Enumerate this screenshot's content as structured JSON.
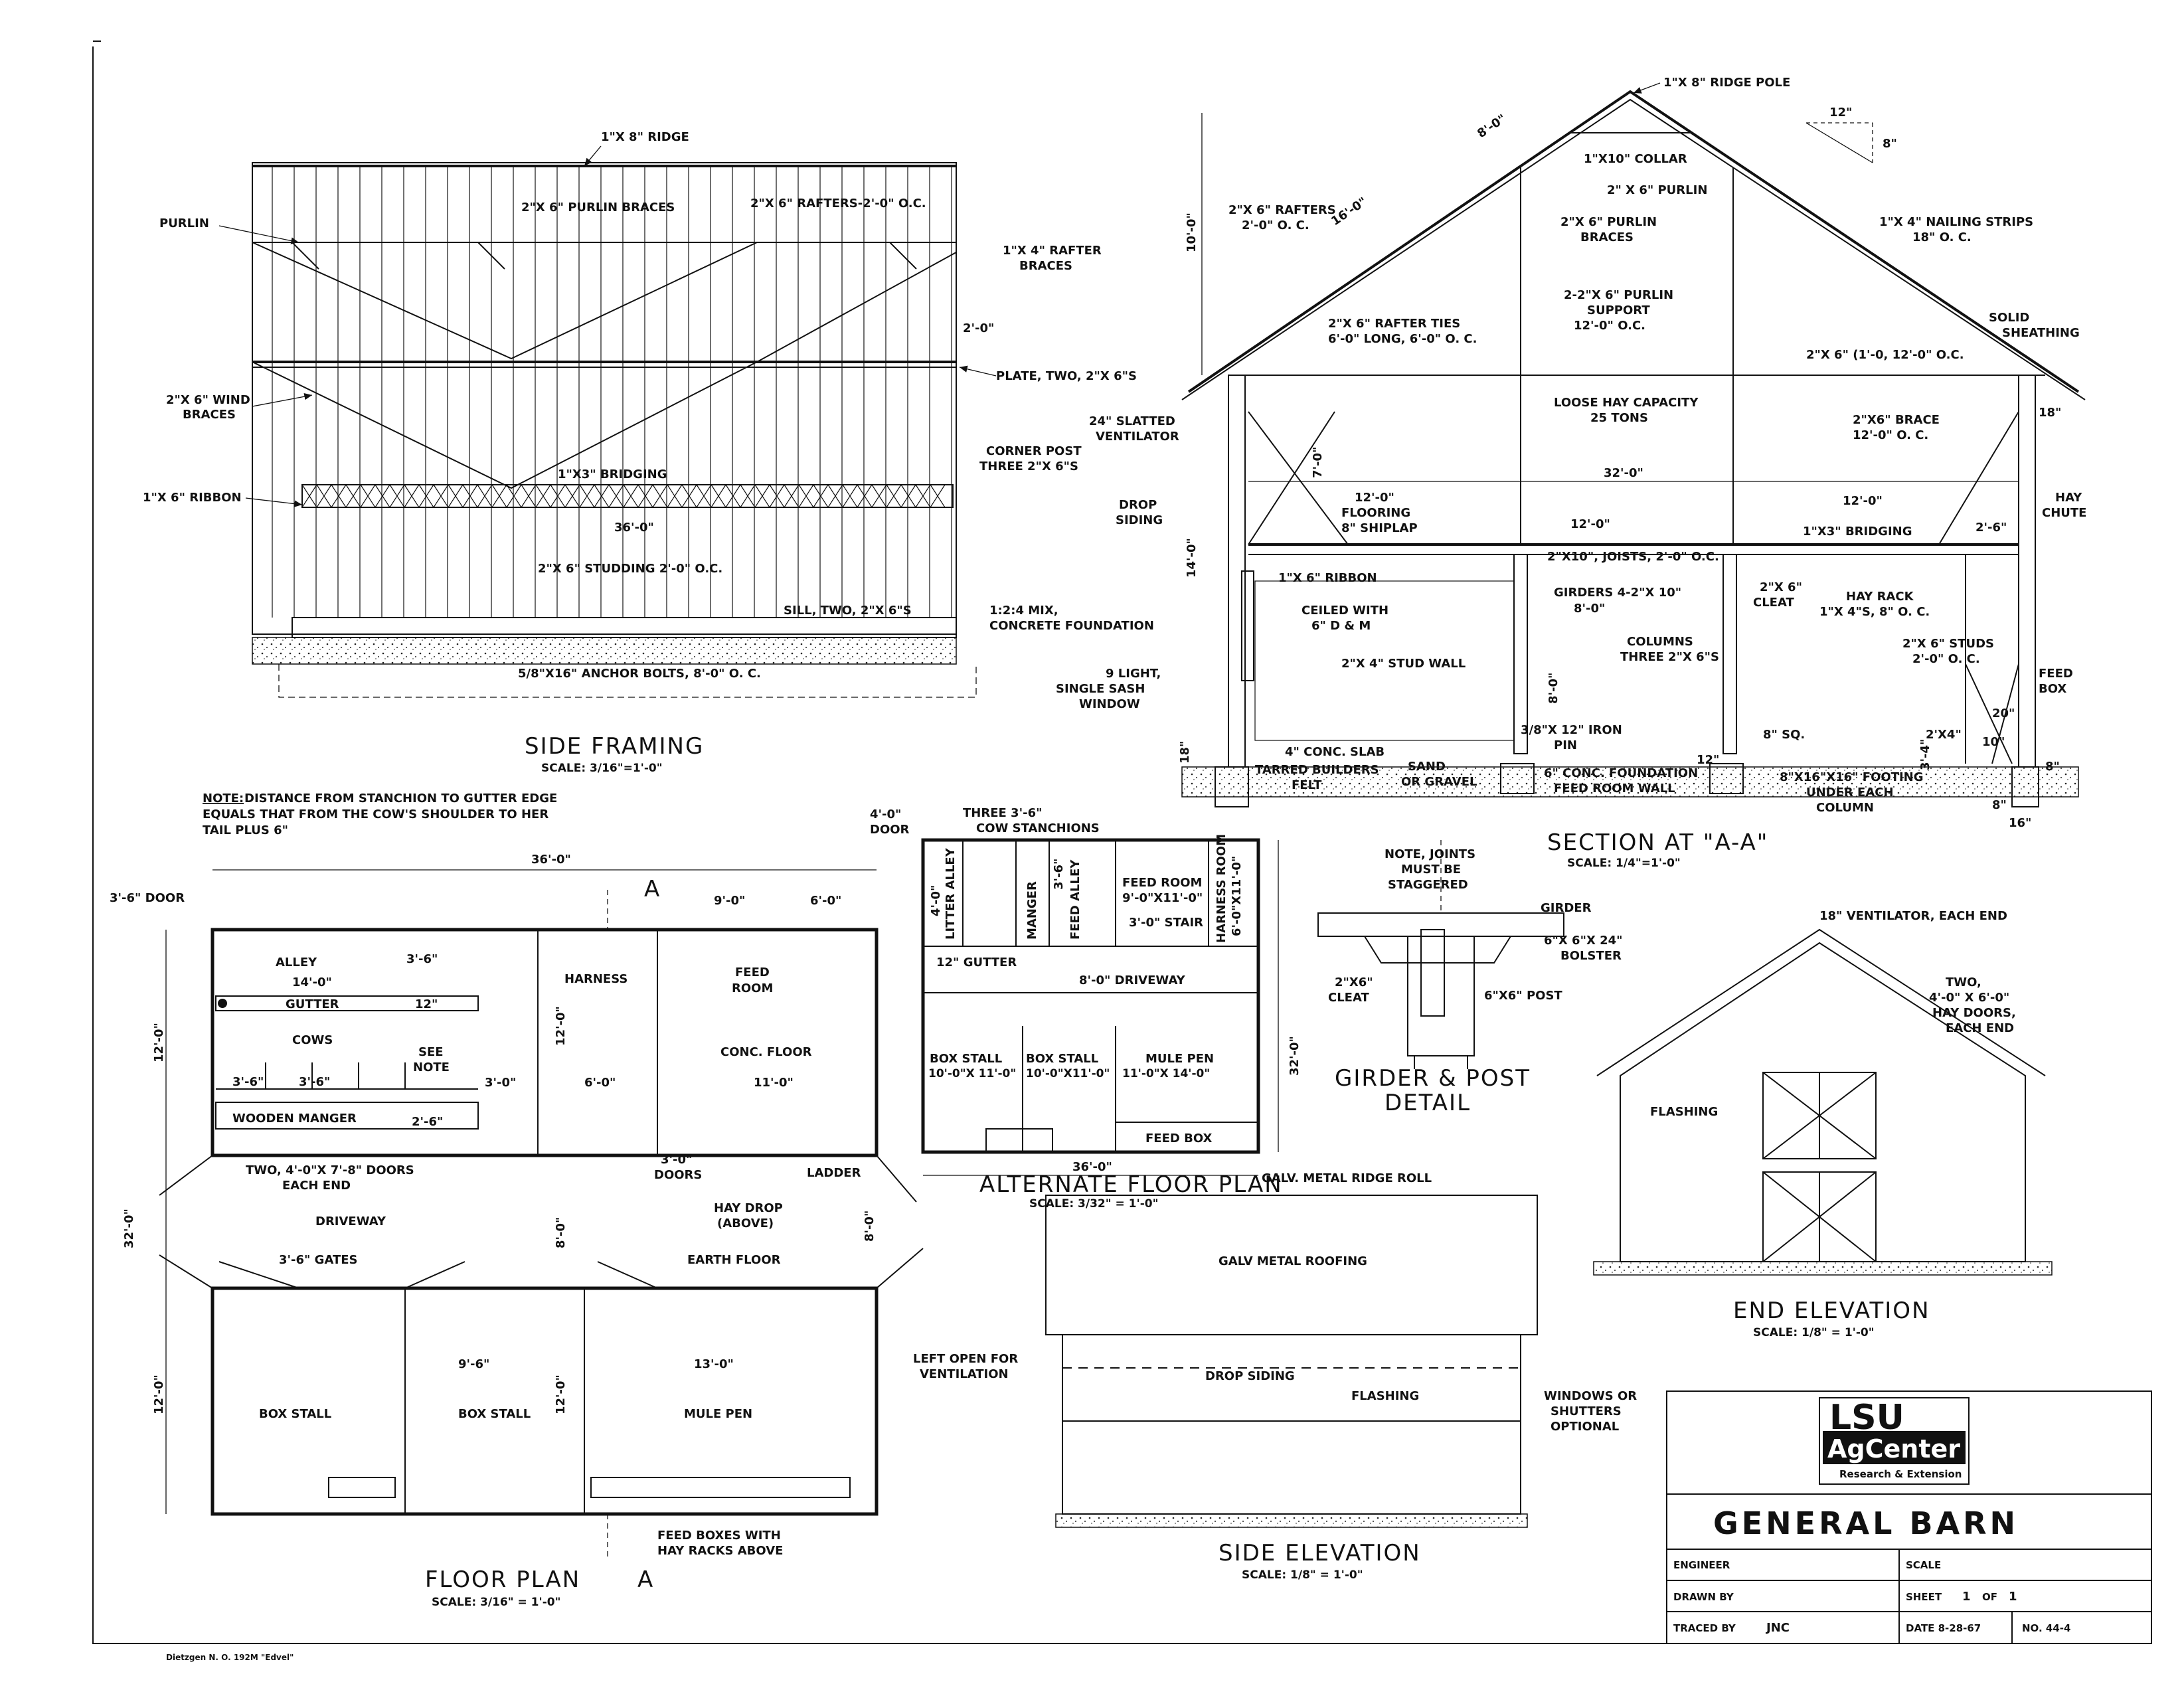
{
  "side_framing": {
    "title": "SIDE FRAMING",
    "scale": "SCALE: 3/16\"=1'-0\"",
    "labels": {
      "ridge": "1\"X 8\" RIDGE",
      "purlin": "PURLIN",
      "purlin_braces": "2\"X 6\" PURLIN BRACES",
      "rafters": "2\"X 6\" RAFTERS-2'-0\" O.C.",
      "rafter_braces_1": "1\"X 4\" RAFTER",
      "rafter_braces_2": "BRACES",
      "dim_2_0": "2'-0\"",
      "plate": "PLATE, TWO, 2\"X 6\"S",
      "wind_braces_1": "2\"X 6\" WIND",
      "wind_braces_2": "BRACES",
      "corner_post_1": "CORNER POST",
      "corner_post_2": "THREE 2\"X 6\"S",
      "bridging": "1\"X3\" BRIDGING",
      "ribbon": "1\"X 6\" RIBBON",
      "dim_36": "36'-0\"",
      "studding": "2\"X 6\" STUDDING 2'-0\" O.C.",
      "sill": "SILL, TWO, 2\"X 6\"S",
      "mix_1": "1:2:4 MIX,",
      "mix_2": "CONCRETE FOUNDATION",
      "anchor": "5/8\"X16\" ANCHOR BOLTS, 8'-0\" O. C."
    }
  },
  "section": {
    "title": "SECTION AT \"A-A\"",
    "scale": "SCALE: 1/4\"=1'-0\"",
    "labels": {
      "ridge_pole": "1\"X 8\" RIDGE POLE",
      "pitch_run": "12\"",
      "pitch_rise": "8\"",
      "dim_8": "8'-0\"",
      "dim_10": "10'-0\"",
      "collar": "1\"X10\" COLLAR",
      "purlin": "2\" X 6\" PURLIN",
      "rafters_1": "2\"X 6\" RAFTERS",
      "rafters_2": "2'-0\" O. C.",
      "dim_16": "16'-0\"",
      "purlin_braces_1": "2\"X 6\" PURLIN",
      "purlin_braces_2": "BRACES",
      "nailing_1": "1\"X 4\" NAILING STRIPS",
      "nailing_2": "18\" O. C.",
      "purlin_support_1": "2-2\"X 6\" PURLIN",
      "purlin_support_2": "SUPPORT",
      "purlin_support_3": "12'-0\" O.C.",
      "solid_1": "SOLID",
      "solid_2": "SHEATHING",
      "rafter_ties_1": "2\"X 6\" RAFTER TIES",
      "rafter_ties_2": "6'-0\" LONG, 6'-0\" O. C.",
      "tie_beam": "2\"X 6\" (1'-0, 12'-0\" O.C.",
      "loose_hay_1": "LOOSE HAY CAPACITY",
      "loose_hay_2": "25 TONS",
      "ventilator_1": "24\" SLATTED",
      "ventilator_2": "VENTILATOR",
      "dim_7": "7'-0\"",
      "brace_1": "2\"X6\" BRACE",
      "brace_2": "12'-0\" O. C.",
      "dim_18": "18\"",
      "dim_32": "32'-0\"",
      "drop_siding_1": "DROP",
      "drop_siding_2": "SIDING",
      "flooring_1": "12'-0\"",
      "flooring_2": "FLOORING",
      "flooring_3": "8\" SHIPLAP",
      "dim_12a": "12'-0\"",
      "dim_12b": "12'-0\"",
      "hay_chute_1": "HAY",
      "hay_chute_2": "CHUTE",
      "bridging": "1\"X3\" BRIDGING",
      "dim_2_6": "2'-6\"",
      "dim_14": "14'-0\"",
      "ribbon": "1\"X 6\" RIBBON",
      "joists": "2\"X10\", JOISTS, 2'-0\" O.C.",
      "girders_1": "GIRDERS 4-2\"X 10\"",
      "girders_2": "8'-0\"",
      "cleat_1": "2\"X 6\"",
      "cleat_2": "CLEAT",
      "hay_rack_1": "HAY RACK",
      "hay_rack_2": "1\"X 4\"S, 8\" O. C.",
      "ceiled_1": "CEILED WITH",
      "ceiled_2": "6\" D & M",
      "columns_1": "COLUMNS",
      "columns_2": "THREE 2\"X 6\"S",
      "studs_1": "2\"X 6\" STUDS",
      "studs_2": "2'-0\" O. C.",
      "stud_wall": "2\"X 4\" STUD WALL",
      "dim_8b": "8'-0\"",
      "window_1": "9 LIGHT,",
      "window_2": "SINGLE SASH",
      "window_3": "WINDOW",
      "feed_box_1": "FEED",
      "feed_box_2": "BOX",
      "dim_20": "20\"",
      "iron_pin_1": "3/8\"X 12\" IRON",
      "iron_pin_2": "PIN",
      "sq": "8\" SQ.",
      "dim_10in": "10\"",
      "dim_2x4": "2'X4\"",
      "dim_3_4": "3'-4\"",
      "dim_12in": "12\"",
      "dim_18b": "18\"",
      "slab": "4\" CONC. SLAB",
      "sand_1": "SAND",
      "sand_2": "OR GRAVEL",
      "felt_1": "TARRED BUILDERS",
      "felt_2": "FELT",
      "conc_found_1": "6\" CONC. FOUNDATION",
      "conc_found_2": "FEED ROOM WALL",
      "footing_1": "8\"X16\"X16\" FOOTING",
      "footing_2": "UNDER EACH",
      "footing_3": "COLUMN",
      "dim_8in": "8\"",
      "dim_8in_b": "8\"",
      "dim_16in": "16\""
    }
  },
  "floor_plan": {
    "title": "FLOOR PLAN",
    "scale": "SCALE: 3/16\" = 1'-0\"",
    "labels": {
      "note_1a": "NOTE:",
      "note_1b": " DISTANCE FROM STANCHION TO GUTTER EDGE",
      "note_2": "EQUALS THAT FROM THE COW'S SHOULDER TO HER",
      "note_3": "TAIL PLUS 6\"",
      "dim_36": "36'-0\"",
      "section_a_top": "A",
      "section_a_bottom": "A",
      "door_3_6": "3'-6\" DOOR",
      "dim_9": "9'-0\"",
      "dim_6": "6'-0\"",
      "alley": "ALLEY",
      "dim_3_6": "3'-6\"",
      "harness": "HARNESS",
      "feed_room_1": "FEED",
      "feed_room_2": "ROOM",
      "dim_14": "14'-0\"",
      "gutter": "GUTTER",
      "dim_12in": "12\"",
      "cows": "COWS",
      "see_note_1": "SEE",
      "see_note_2": "NOTE",
      "conc_floor": "CONC. FLOOR",
      "dim_3_6b": "3'-6\"",
      "dim_3_6c": "3'-6\"",
      "dim_3_0": "3'-0\"",
      "dim_6b": "6'-0\"",
      "dim_11": "11'-0\"",
      "dim_12_left": "12'-0\"",
      "dim_12_mid": "12'-0\"",
      "wooden_manger": "WOODEN MANGER",
      "dim_2_6": "2'-6\"",
      "doors_two_1": "TWO, 4'-0\"X 7'-8\" DOORS",
      "doors_two_2": "EACH END",
      "doors_3_1": "3'-0\"",
      "doors_3_2": "DOORS",
      "ladder": "LADDER",
      "driveway": "DRIVEWAY",
      "hay_drop_1": "HAY DROP",
      "hay_drop_2": "(ABOVE)",
      "dim_32": "32'-0\"",
      "dim_8": "8'-0\"",
      "dim_8b": "8'-0\"",
      "gates": "3'-6\" GATES",
      "earth_floor": "EARTH FLOOR",
      "dim_9_6": "9'-6\"",
      "dim_13": "13'-0\"",
      "dim_12_bl": "12'-0\"",
      "dim_12_bm": "12'-0\"",
      "box_stall_1": "BOX STALL",
      "box_stall_2": "BOX STALL",
      "mule_pen": "MULE PEN",
      "feed_boxes_1": "FEED BOXES WITH",
      "feed_boxes_2": "HAY RACKS ABOVE"
    }
  },
  "alt_floor_plan": {
    "title": "ALTERNATE FLOOR PLAN",
    "scale": "SCALE: 3/32\" = 1'-0\"",
    "labels": {
      "door_1": "4'-0\"",
      "door_2": "DOOR",
      "stanchions_1": "THREE 3'-6\"",
      "stanchions_2": "COW STANCHIONS",
      "litter_alley": "LITTER ALLEY",
      "dim_4": "4'-0\"",
      "manger": "MANGER",
      "dim_3_6": "3'-6\"",
      "feed_alley": "FEED ALLEY",
      "feed_room_1": "FEED ROOM",
      "feed_room_2": "9'-0\"X11'-0\"",
      "stair": "3'-0\" STAIR",
      "harness_1": "HARNESS ROOM",
      "harness_2": "6'-0\"X11'-0\"",
      "gutter": "12\" GUTTER",
      "driveway": "8'-0\" DRIVEWAY",
      "box_stall_1a": "BOX STALL",
      "box_stall_1b": "10'-0\"X 11'-0\"",
      "box_stall_2a": "BOX STALL",
      "box_stall_2b": "10'-0\"X11'-0\"",
      "mule_pen_a": "MULE PEN",
      "mule_pen_b": "11'-0\"X 14'-0\"",
      "feed_box": "FEED BOX",
      "dim_32": "32'-0\"",
      "dim_36": "36'-0\""
    }
  },
  "girder_detail": {
    "title_1": "GIRDER & POST",
    "title_2": "DETAIL",
    "labels": {
      "note_1": "NOTE, JOINTS",
      "note_2": "MUST BE",
      "note_3": "STAGGERED",
      "girder": "GIRDER",
      "bolster_1": "6\"X 6\"X 24\"",
      "bolster_2": "BOLSTER",
      "cleat_1": "2\"X6\"",
      "cleat_2": "CLEAT",
      "post": "6\"X6\" POST"
    }
  },
  "end_elevation": {
    "title": "END ELEVATION",
    "scale": "SCALE: 1/8\" = 1'-0\"",
    "labels": {
      "ventilator": "18\" VENTILATOR, EACH END",
      "hay_doors_1": "TWO,",
      "hay_doors_2": "4'-0\" X 6'-0\"",
      "hay_doors_3": "HAY DOORS,",
      "hay_doors_4": "EACH END",
      "flashing": "FLASHING"
    }
  },
  "side_elevation": {
    "title": "SIDE ELEVATION",
    "scale": "SCALE: 1/8\" = 1'-0\"",
    "labels": {
      "ridge_roll": "GALV. METAL RIDGE ROLL",
      "roofing": "GALV METAL ROOFING",
      "left_open_1": "LEFT OPEN FOR",
      "left_open_2": "VENTILATION",
      "drop_siding": "DROP SIDING",
      "flashing": "FLASHING",
      "windows_1": "WINDOWS OR",
      "windows_2": "SHUTTERS",
      "windows_3": "OPTIONAL"
    }
  },
  "title_block": {
    "logo_1": "LSU",
    "logo_2": "AgCenter",
    "logo_3": "Research & Extension",
    "title": "GENERAL  BARN",
    "engineer": "ENGINEER",
    "scale": "SCALE",
    "drawn_by": "DRAWN BY",
    "sheet_label": "SHEET",
    "sheet_no": "1",
    "sheet_of": "OF",
    "sheet_total": "1",
    "traced_by": "TRACED BY",
    "tracer": "JNC",
    "date": "DATE 8-28-67",
    "number": "NO. 44-4"
  },
  "footer": {
    "paper": "Dietzgen N. O. 192M \"Edvel\""
  }
}
